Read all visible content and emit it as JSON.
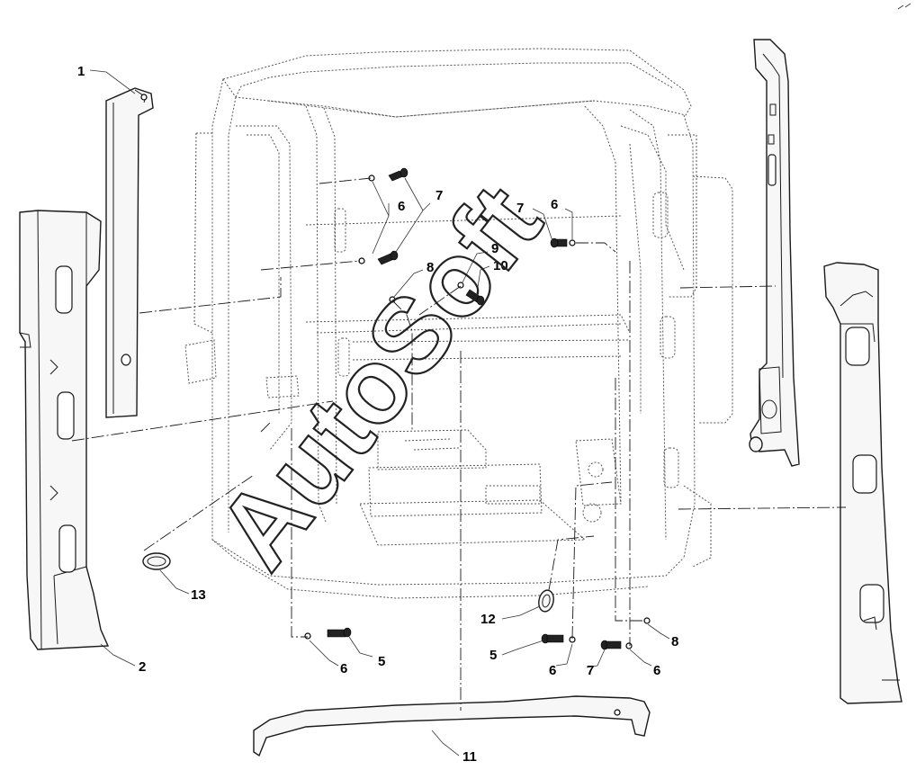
{
  "watermark": {
    "text": "AutoSoft"
  },
  "callouts": [
    {
      "id": "1",
      "label": "1"
    },
    {
      "id": "2",
      "label": "2"
    },
    {
      "id": "5a",
      "label": "5"
    },
    {
      "id": "5b",
      "label": "5"
    },
    {
      "id": "6a",
      "label": "6"
    },
    {
      "id": "6b",
      "label": "6"
    },
    {
      "id": "6c",
      "label": "6"
    },
    {
      "id": "6d",
      "label": "6"
    },
    {
      "id": "6e",
      "label": "6"
    },
    {
      "id": "7a",
      "label": "7"
    },
    {
      "id": "7b",
      "label": "7"
    },
    {
      "id": "7c",
      "label": "7"
    },
    {
      "id": "8a",
      "label": "8"
    },
    {
      "id": "8b",
      "label": "8"
    },
    {
      "id": "9",
      "label": "9"
    },
    {
      "id": "10",
      "label": "10"
    },
    {
      "id": "11",
      "label": "11"
    },
    {
      "id": "12",
      "label": "12"
    },
    {
      "id": "13",
      "label": "13"
    }
  ]
}
